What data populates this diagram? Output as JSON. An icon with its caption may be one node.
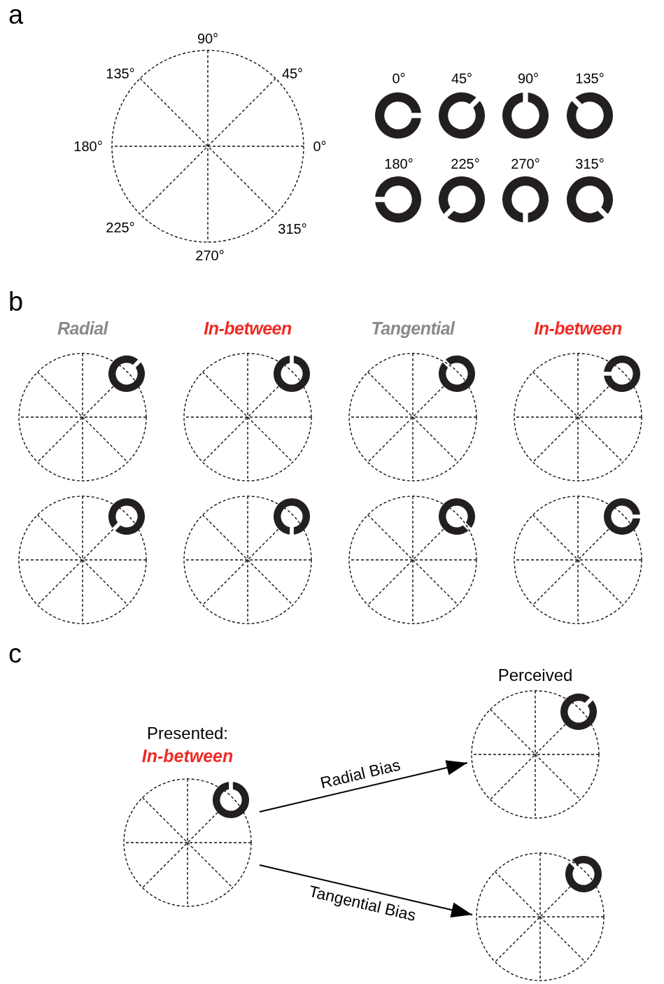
{
  "diagram": {
    "nodes": [
      {
        "text": [
          "Presented:",
          "In-between"
        ]
      },
      {
        "text": [
          "Perceived"
        ]
      },
      {
        "text": [],
        "shape": "circle"
      }
    ],
    "edges": [
      {
        "from": 0,
        "to": 1,
        "arrow": "to",
        "label": "Radial Bias"
      },
      {
        "from": 0,
        "to": 2,
        "arrow": "to",
        "label": "Tangential Bias"
      }
    ],
    "labels": [
      "a",
      "90°",
      "135°",
      "45°",
      "180°",
      "0°",
      "225°",
      "315°",
      "270°",
      "0°",
      "45°",
      "90°",
      "135°",
      "180°",
      "225°",
      "270°",
      "315°",
      "b",
      "Radial",
      "In-between",
      "Tangential",
      "In-between",
      "c"
    ]
  }
}
